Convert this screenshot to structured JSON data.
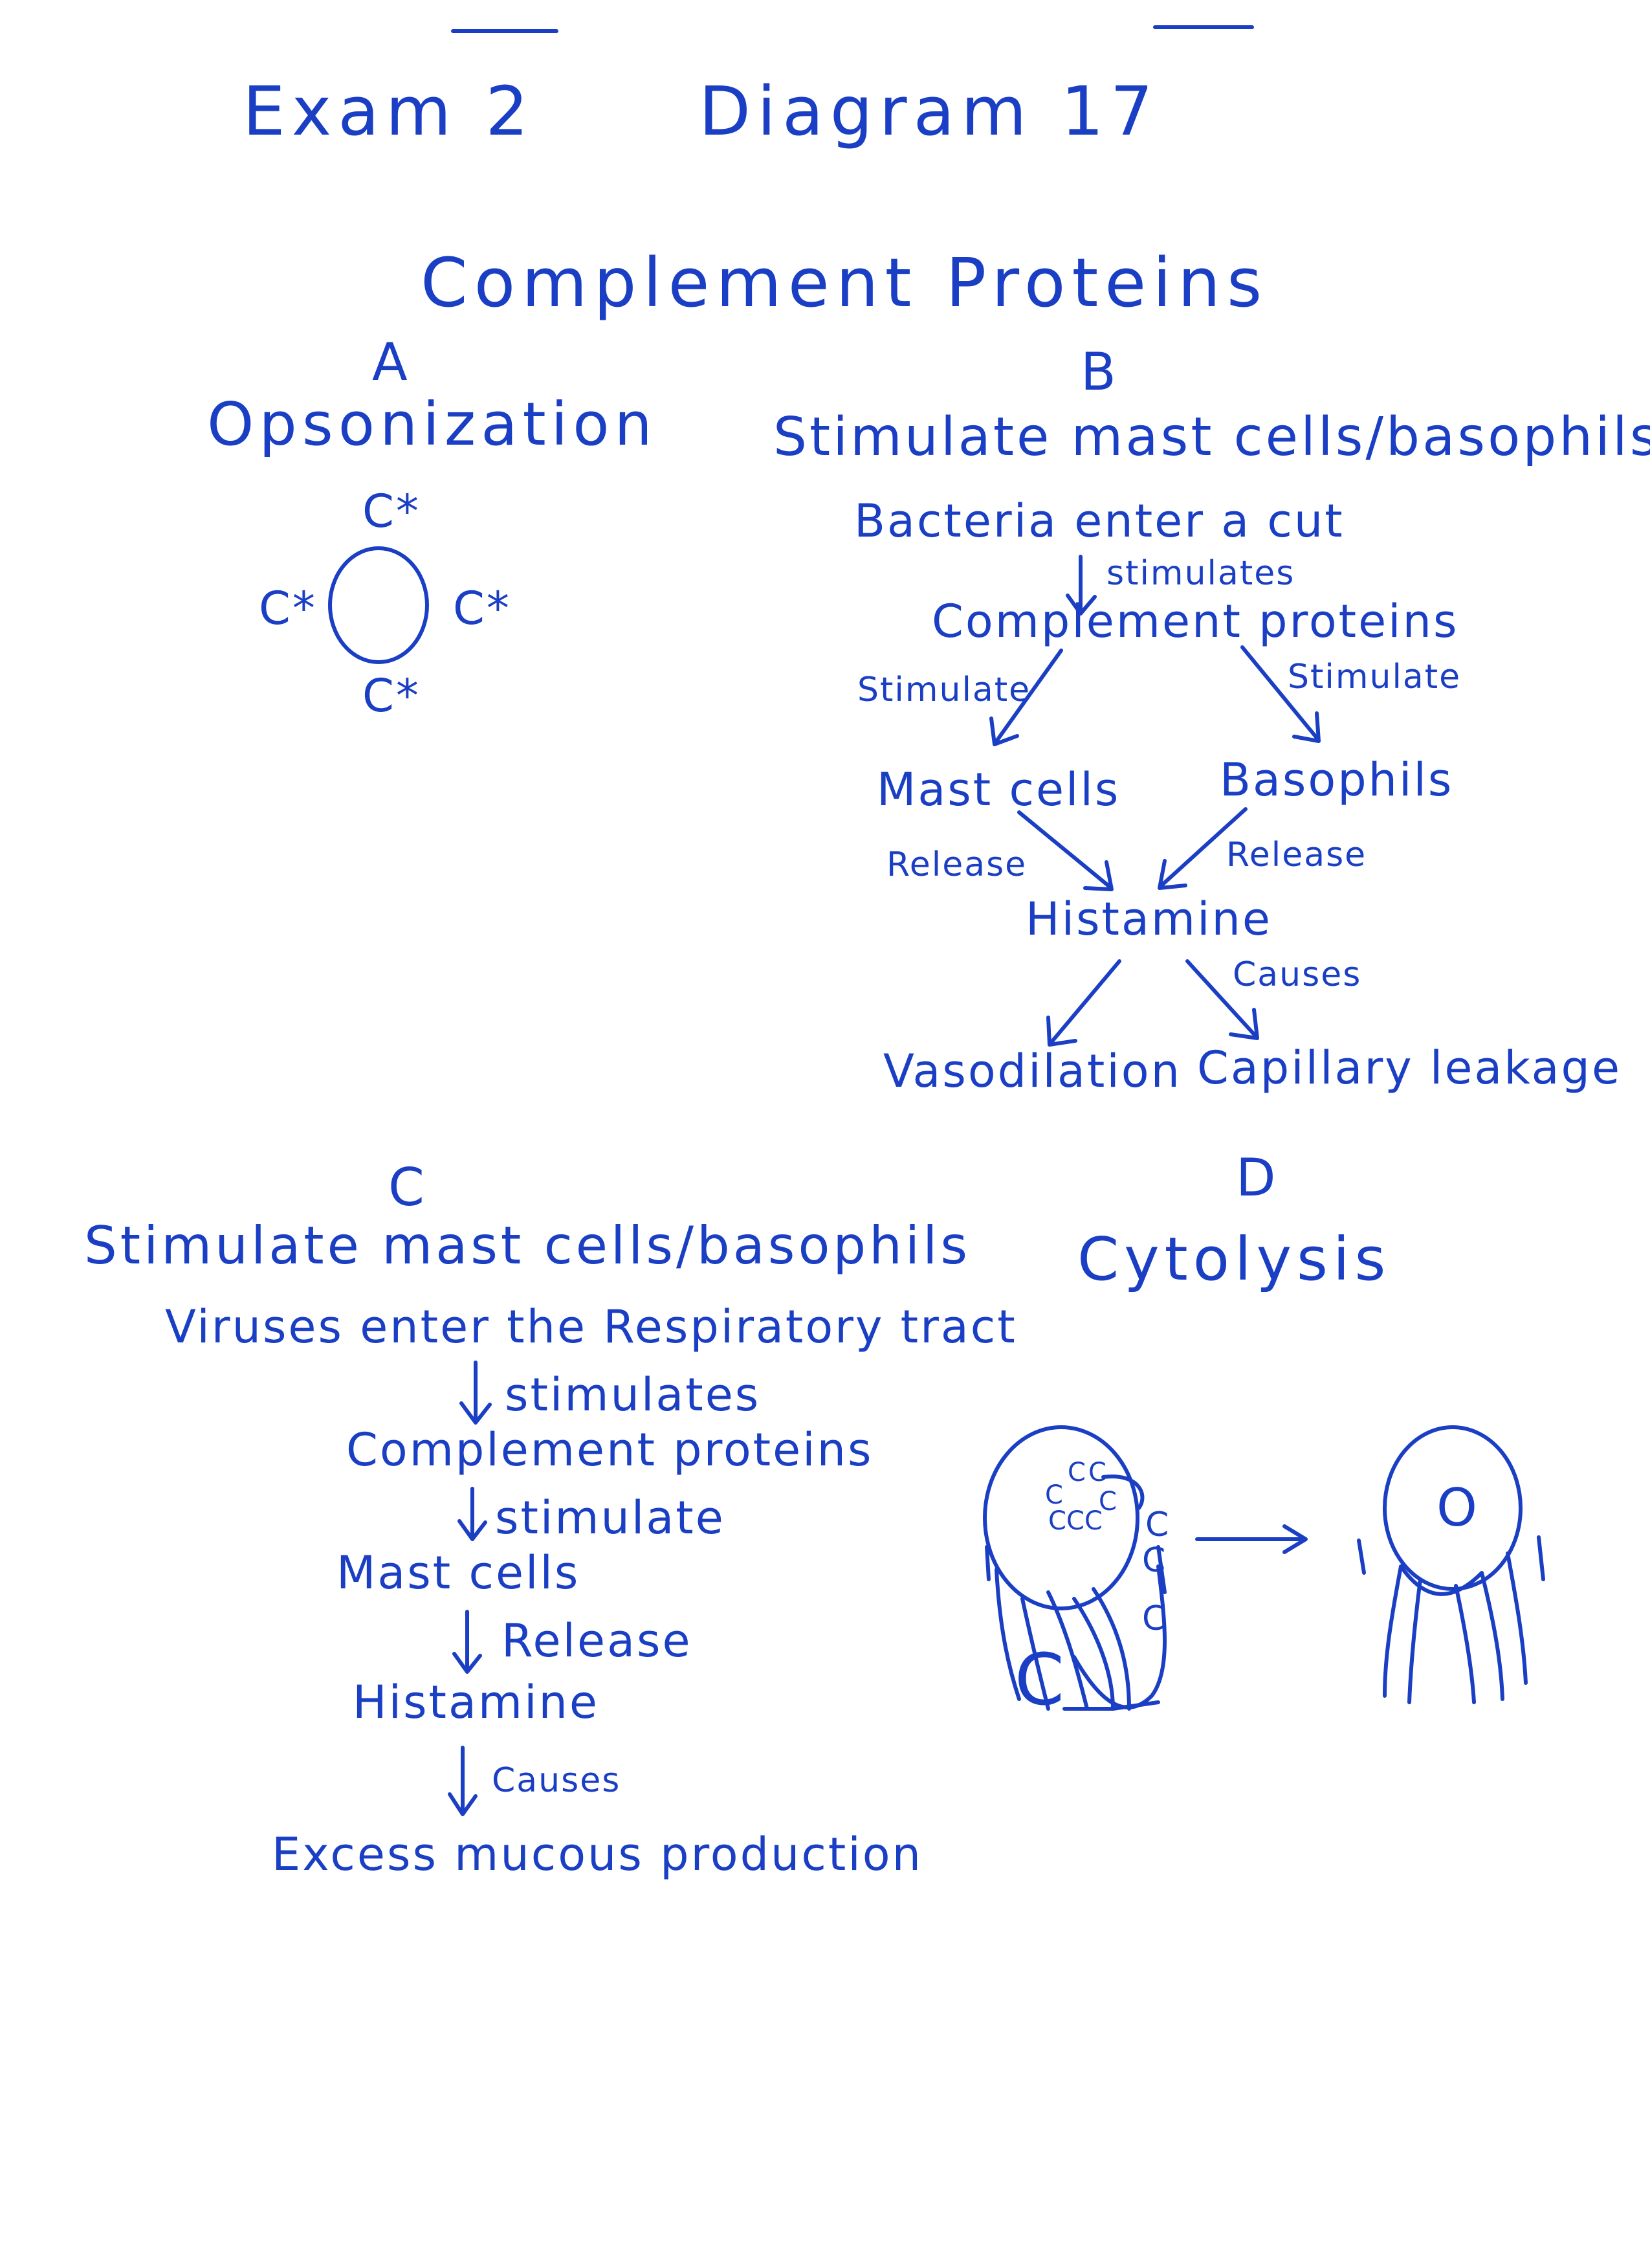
{
  "header": {
    "exam": "Exam 2",
    "diagram": "Diagram 17",
    "topic": "Complement Proteins"
  },
  "section_a": {
    "letter": "A",
    "title": "Opsonization",
    "labels": [
      "C*",
      "C*",
      "C*",
      "C*"
    ]
  },
  "section_b": {
    "letter": "B",
    "title": "Stimulate mast cells/basophils:",
    "trigger": "Bacteria enter a cut",
    "trigger_edge": "stimulates",
    "complement": "Complement proteins",
    "edge_left": "Stimulate",
    "edge_right": "Stimulate",
    "mast": "Mast cells",
    "basophils": "Basophils",
    "release_left": "Release",
    "release_right": "Release",
    "histamine": "Histamine",
    "causes": "Causes",
    "effect_left": "Vasodilation",
    "effect_right": "Capillary leakage"
  },
  "section_c": {
    "letter": "C",
    "title": "Stimulate mast cells/basophils",
    "trigger": "Viruses enter the Respiratory tract",
    "edge1": "stimulates",
    "complement": "Complement proteins",
    "edge2": "stimulate",
    "mast": "Mast cells",
    "edge3": "Release",
    "histamine": "Histamine",
    "edge4": "Causes",
    "effect": "Excess mucous production"
  },
  "section_d": {
    "letter": "D",
    "title": "Cytolysis",
    "cell_label": "C",
    "inner_c": [
      "C",
      "C",
      "C",
      "C",
      "C",
      "C",
      "C"
    ],
    "outer_c": [
      "C",
      "C",
      "C"
    ],
    "result_mark": "O"
  }
}
